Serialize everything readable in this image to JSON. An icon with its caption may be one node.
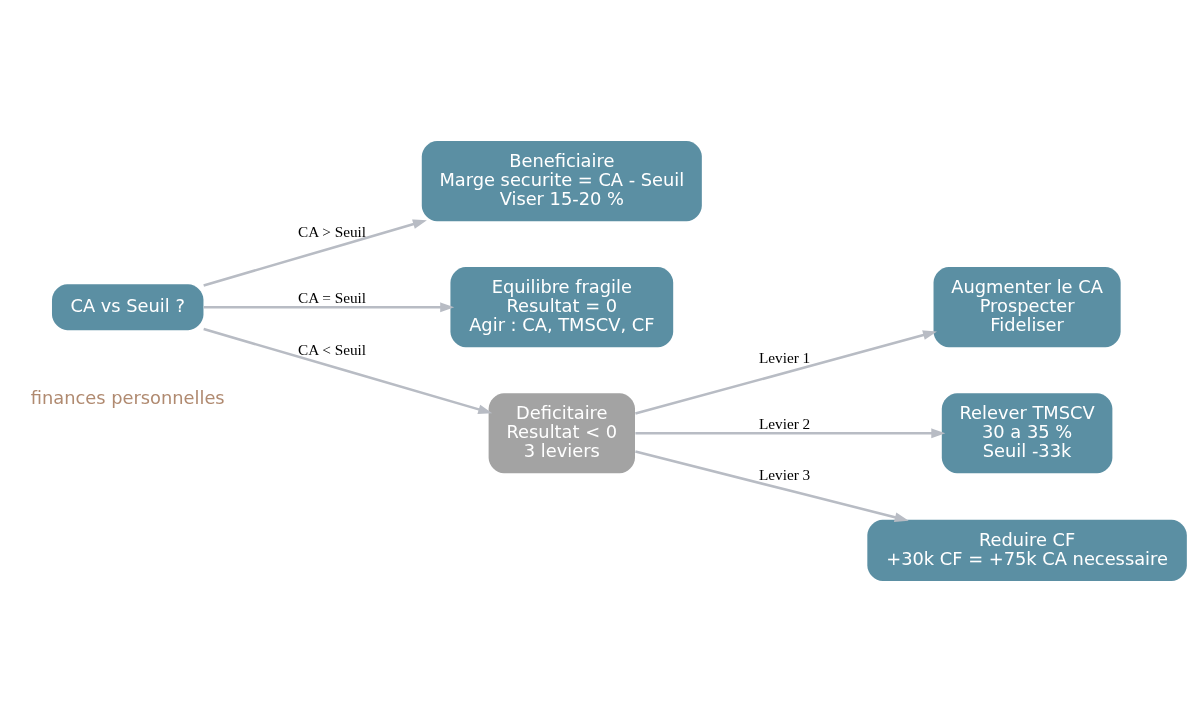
{
  "diagram": {
    "nodes": [
      {
        "text": [
          "CA vs Seuil ?"
        ]
      },
      {
        "text": [
          "Beneficiaire",
          "Marge securite = CA - Seuil",
          "Viser 15-20 %"
        ]
      },
      {
        "text": [
          "Equilibre fragile",
          "Resultat = 0",
          "Agir : CA, TMSCV, CF"
        ]
      },
      {
        "text": [
          "Deficitaire",
          "Resultat < 0",
          "3 leviers"
        ]
      },
      {
        "text": [
          "Augmenter le CA",
          "Prospecter",
          "Fideliser"
        ]
      },
      {
        "text": [
          "Relever TMSCV",
          "30 a 35 %",
          "Seuil -33k"
        ]
      },
      {
        "text": [
          "Reduire CF",
          "+30k CF = +75k CA necessaire"
        ]
      }
    ],
    "edges": [
      {
        "from": 0,
        "to": 1,
        "arrow": "to",
        "label": "CA > Seuil"
      },
      {
        "from": 0,
        "to": 2,
        "arrow": "to",
        "label": "CA = Seuil"
      },
      {
        "from": 0,
        "to": 3,
        "arrow": "to",
        "label": "CA < Seuil"
      },
      {
        "from": 3,
        "to": 4,
        "arrow": "to",
        "label": "Levier 1"
      },
      {
        "from": 3,
        "to": 5,
        "arrow": "to",
        "label": "Levier 2"
      },
      {
        "from": 3,
        "to": 6,
        "arrow": "to",
        "label": "Levier 3"
      }
    ],
    "labels": [
      "finances personnelles"
    ]
  }
}
